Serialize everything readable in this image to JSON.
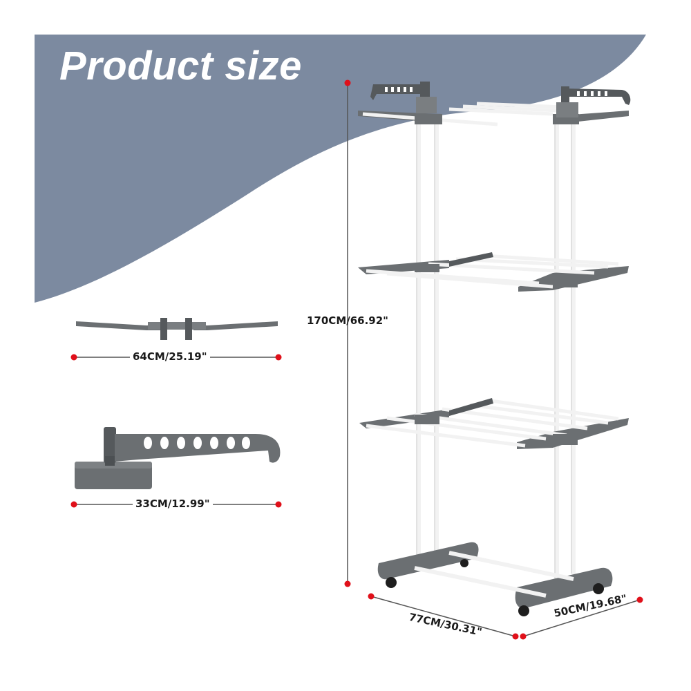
{
  "title": "Product size",
  "colors": {
    "banner": "#7c8aa0",
    "plastic_gray": "#6b6f72",
    "plastic_dark": "#55595c",
    "rail_white": "#f2f2f2",
    "marker_red": "#e0101a",
    "guide_line": "#555555"
  },
  "dimensions": {
    "height": "170CM/66.92\"",
    "arm_width": "64CM/25.19\"",
    "hook_width": "33CM/12.99\"",
    "depth": "77CM/30.31\"",
    "base_width": "50CM/19.68\""
  }
}
